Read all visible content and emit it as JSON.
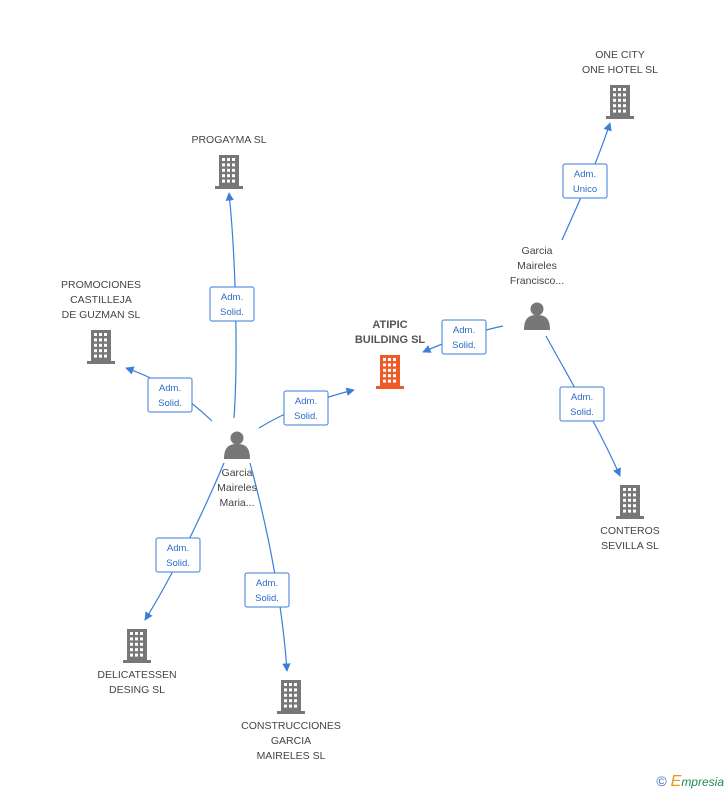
{
  "center": {
    "lines": [
      "ATIPIC",
      "BUILDING SL"
    ],
    "color": "#f05a28"
  },
  "colors": {
    "edge": "#3b7dd8",
    "company": "#777777",
    "person": "#777777"
  },
  "companies": [
    {
      "id": "progayma",
      "lines": [
        "PROGAYMA SL"
      ]
    },
    {
      "id": "one_city",
      "lines": [
        "ONE CITY",
        "ONE HOTEL SL"
      ]
    },
    {
      "id": "promociones",
      "lines": [
        "PROMOCIONES",
        "CASTILLEJA",
        "DE GUZMAN SL"
      ]
    },
    {
      "id": "conteros",
      "lines": [
        "CONTEROS",
        "SEVILLA SL"
      ]
    },
    {
      "id": "delicatessen",
      "lines": [
        "DELICATESSEN",
        "DESING SL"
      ]
    },
    {
      "id": "construcciones",
      "lines": [
        "CONSTRUCCIONES",
        "GARCIA",
        "MAIRELES SL"
      ]
    }
  ],
  "persons": [
    {
      "id": "maria",
      "lines": [
        "Garcia",
        "Maireles",
        "Maria..."
      ]
    },
    {
      "id": "francisco",
      "lines": [
        "Garcia",
        "Maireles",
        "Francisco..."
      ]
    }
  ],
  "edges": [
    {
      "id": "maria_progayma",
      "badge": [
        "Adm.",
        "Solid."
      ]
    },
    {
      "id": "maria_promociones",
      "badge": [
        "Adm.",
        "Solid."
      ]
    },
    {
      "id": "maria_center",
      "badge": [
        "Adm.",
        "Solid."
      ]
    },
    {
      "id": "maria_delicatessen",
      "badge": [
        "Adm.",
        "Solid."
      ]
    },
    {
      "id": "maria_construcciones",
      "badge": [
        "Adm.",
        "Solid."
      ]
    },
    {
      "id": "francisco_center",
      "badge": [
        "Adm.",
        "Solid."
      ]
    },
    {
      "id": "francisco_onecity",
      "badge": [
        "Adm.",
        "Unico"
      ]
    },
    {
      "id": "francisco_conteros",
      "badge": [
        "Adm.",
        "Solid."
      ]
    }
  ],
  "footer": {
    "copyright": "©",
    "brand_initial": "E",
    "brand_rest": "mpresia"
  }
}
